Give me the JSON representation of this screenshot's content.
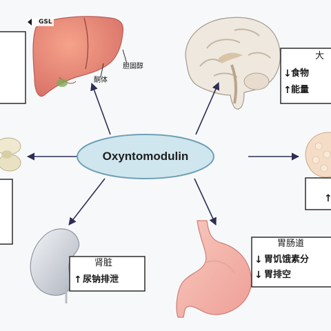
{
  "center": {
    "label": "Oxyntomodulin"
  },
  "liver": {
    "tag": "GSL",
    "label_bile": "胆固醇",
    "label_ketone": "酮体"
  },
  "brain": {
    "title": "大",
    "line1": "食物",
    "line2": "能量",
    "arrow1": "↓",
    "arrow2": "↑"
  },
  "kidney": {
    "title": "肾脏",
    "line1": "尿钠排泄",
    "arrow1": "↑"
  },
  "stomach": {
    "title": "胃肠道",
    "line1": "胃饥饿素分",
    "line2": "胃排空",
    "arrow1": "↓",
    "arrow2": "↓"
  },
  "fat": {
    "arrow1": "↑"
  },
  "colors": {
    "ellipse_fill": "#cfe6ee",
    "ellipse_stroke": "#6f9fb6",
    "arrow": "#2d2d55",
    "liver": "#e88a78",
    "stomach": "#f3b7ad",
    "kidney": "#d9dde3",
    "brain": "#eee6dc"
  }
}
